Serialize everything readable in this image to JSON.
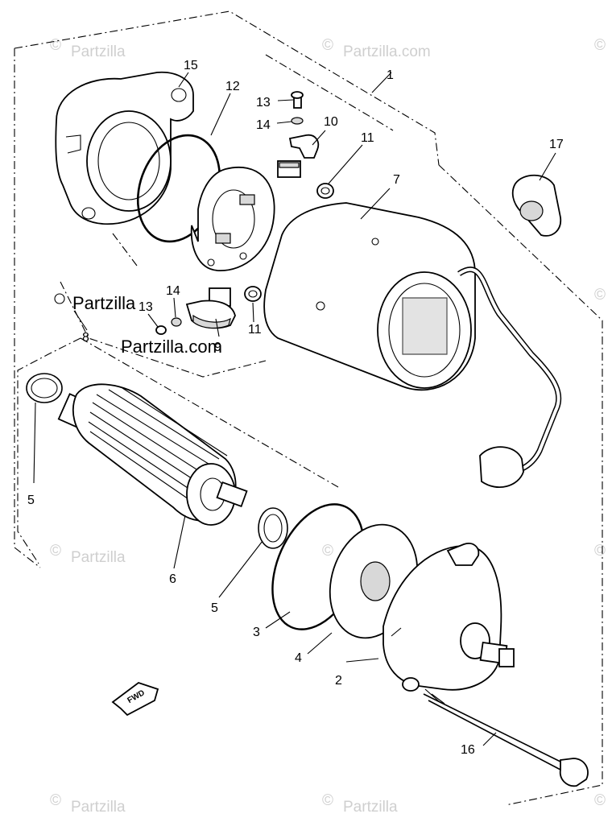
{
  "diagram": {
    "part_labels": [
      {
        "id": "1",
        "text": "1"
      },
      {
        "id": "2",
        "text": "2"
      },
      {
        "id": "3",
        "text": "3"
      },
      {
        "id": "4",
        "text": "4"
      },
      {
        "id": "5a",
        "text": "5"
      },
      {
        "id": "5b",
        "text": "5"
      },
      {
        "id": "6",
        "text": "6"
      },
      {
        "id": "7",
        "text": "7"
      },
      {
        "id": "8",
        "text": "8"
      },
      {
        "id": "9",
        "text": "9"
      },
      {
        "id": "10",
        "text": "10"
      },
      {
        "id": "11a",
        "text": "11"
      },
      {
        "id": "11b",
        "text": "11"
      },
      {
        "id": "12",
        "text": "12"
      },
      {
        "id": "13a",
        "text": "13"
      },
      {
        "id": "13b",
        "text": "13"
      },
      {
        "id": "14a",
        "text": "14"
      },
      {
        "id": "14b",
        "text": "14"
      },
      {
        "id": "15",
        "text": "15"
      },
      {
        "id": "16",
        "text": "16"
      },
      {
        "id": "17",
        "text": "17"
      }
    ],
    "direction_marker": "FWD",
    "watermark": {
      "brand": "Partzilla",
      "site": "Partzilla.com",
      "copyright": "©"
    }
  }
}
